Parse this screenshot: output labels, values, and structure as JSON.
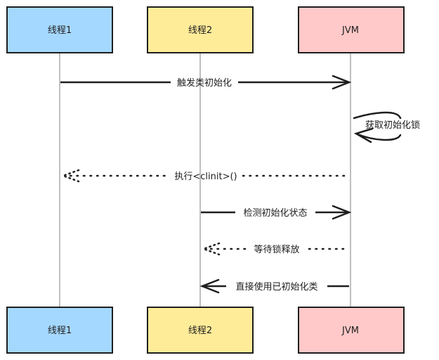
{
  "diagram": {
    "type": "sequence",
    "participants": [
      {
        "id": "t1",
        "label": "线程1",
        "fill": "#a5d8ff"
      },
      {
        "id": "t2",
        "label": "线程2",
        "fill": "#ffec99"
      },
      {
        "id": "jvm",
        "label": "JVM",
        "fill": "#ffc9c9"
      }
    ],
    "messages": [
      {
        "from": "t1",
        "to": "jvm",
        "label": "触发类初始化",
        "style": "solid"
      },
      {
        "from": "jvm",
        "to": "jvm",
        "label": "获取初始化锁",
        "style": "self"
      },
      {
        "from": "jvm",
        "to": "t1",
        "label": "执行<clinit>()",
        "style": "dotted"
      },
      {
        "from": "t2",
        "to": "jvm",
        "label": "检测初始化状态",
        "style": "solid"
      },
      {
        "from": "jvm",
        "to": "t2",
        "label": "等待锁释放",
        "style": "dotted"
      },
      {
        "from": "jvm",
        "to": "t2",
        "label": "直接使用已初始化类",
        "style": "solid"
      }
    ],
    "colors": {
      "stroke": "#1e1e1e",
      "lifeline": "#aaaaaa"
    }
  }
}
